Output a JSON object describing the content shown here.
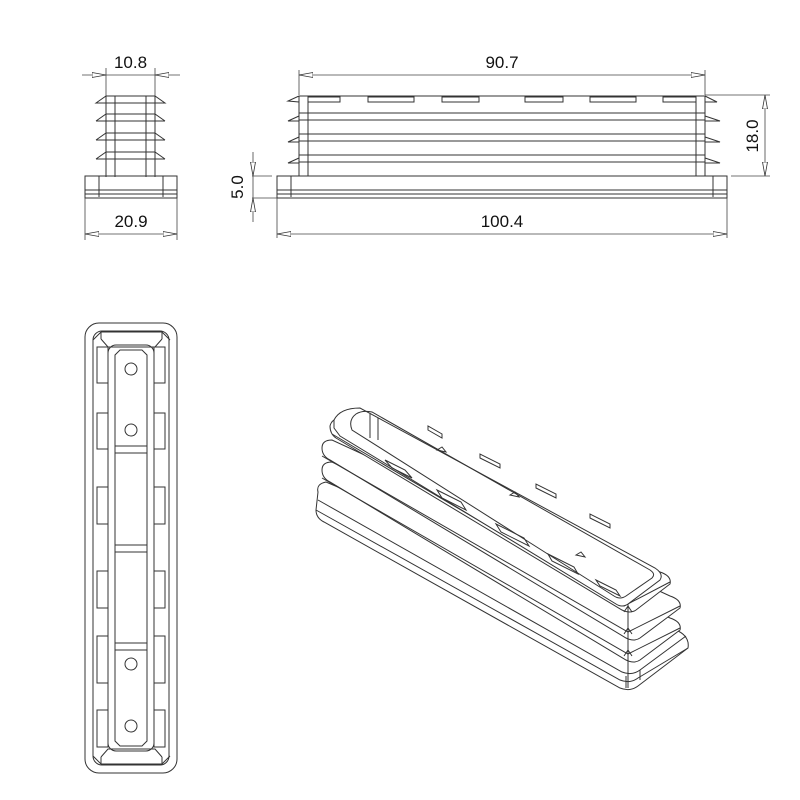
{
  "drawing": {
    "title": "Rectangular tube end cap insert - technical drawing",
    "units": "mm",
    "stroke_color": "#333333",
    "background": "#ffffff",
    "views": {
      "end_view": {
        "dimensions": {
          "insert_width": "10.8",
          "flange_width": "20.9"
        }
      },
      "side_view": {
        "dimensions": {
          "insert_length": "90.7",
          "flange_length": "100.4",
          "flange_thickness": "5.0",
          "insert_height": "18.0"
        },
        "fin_count": 4,
        "top_slots": 6
      },
      "bottom_view": {
        "holes": 4,
        "side_tabs_per_side": 5
      },
      "isometric_view": {
        "fin_count": 4
      }
    }
  }
}
